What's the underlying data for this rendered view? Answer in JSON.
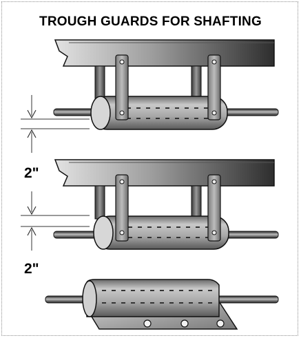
{
  "title": "TROUGH GUARDS FOR SHAFTING",
  "clearance_labels": [
    "2\"",
    "2\""
  ],
  "colors": {
    "beam_dark": "#3a3a3a",
    "beam_light": "#d6d6d6",
    "metal_mid": "#9a9a9a",
    "outline": "#111111"
  }
}
